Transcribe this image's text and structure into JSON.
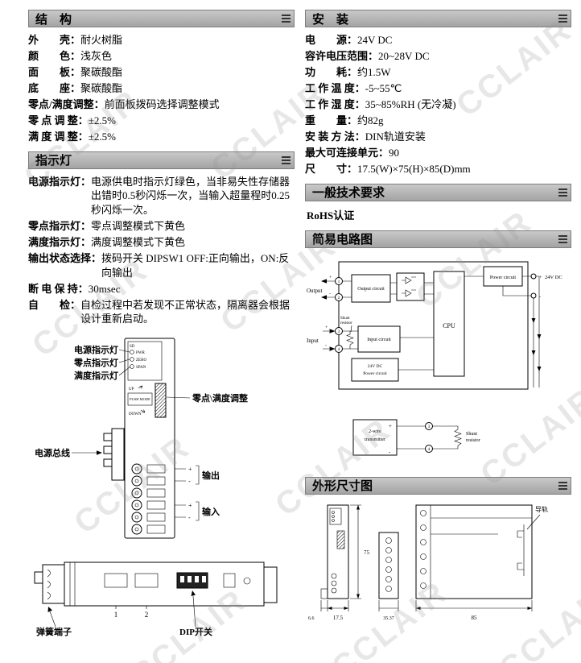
{
  "watermark": {
    "text": "CCLAIR"
  },
  "sym": {
    "plus": "+",
    "minus": "-"
  },
  "left": {
    "structure": {
      "title": "结　构",
      "items": [
        {
          "label": "外　　壳：",
          "value": "耐火树脂"
        },
        {
          "label": "颜　　色：",
          "value": "浅灰色"
        },
        {
          "label": "面　　板：",
          "value": "聚碳酸酯"
        },
        {
          "label": "底　　座：",
          "value": "聚碳酸酯"
        },
        {
          "label": "零点/满度调整：",
          "value": "前面板拨码选择调整模式"
        },
        {
          "label": "零 点 调 整：",
          "value": "±2.5%"
        },
        {
          "label": "满 度 调 整：",
          "value": "±2.5%"
        }
      ]
    },
    "indicator": {
      "title": "指示灯",
      "items": [
        {
          "label": "电源指示灯：",
          "value": "电源供电时指示灯绿色，当非易失性存储器出错时0.5秒闪烁一次，当输入超量程时0.25秒闪烁一次。"
        },
        {
          "label": "零点指示灯：",
          "value": "零点调整模式下黄色"
        },
        {
          "label": "满度指示灯：",
          "value": "满度调整模式下黄色"
        },
        {
          "label": "输出状态选择：",
          "value": "拨码开关 DIPSW1 OFF:正向输出，ON:反向输出"
        },
        {
          "label": "断 电 保 持：",
          "value": "30msec"
        },
        {
          "label": "自　　检：",
          "value": "自检过程中若发现不正常状态，隔离器会根据设计重新启动。"
        }
      ]
    },
    "front_diagram": {
      "power_led": "电源指示灯",
      "zero_led": "零点指示灯",
      "span_led": "满度指示灯",
      "adjust": "零点\\满度调整",
      "power_bus": "电源总线",
      "output": "输出",
      "input": "输入",
      "sd": "SD",
      "pwr": "PWR",
      "zero": "ZERO",
      "span": "SPAN",
      "up": "UP",
      "push_mode": "PUSH MODE",
      "down": "DOWN"
    },
    "side_diagram": {
      "spring_terminal": "弹簧端子",
      "dip_switch": "DIP开关",
      "slot1": "1",
      "slot2": "2"
    }
  },
  "right": {
    "install": {
      "title": "安　装",
      "items": [
        {
          "label": "电　　源：",
          "value": "24V DC"
        },
        {
          "label": "容许电压范围：",
          "value": "20~28V DC"
        },
        {
          "label": "功　　耗：",
          "value": "约1.5W"
        },
        {
          "label": "工 作 温 度：",
          "value": "-5~55℃"
        },
        {
          "label": "工 作 湿 度：",
          "value": "35~85%RH (无冷凝)"
        },
        {
          "label": "重　　量：",
          "value": "约82g"
        },
        {
          "label": "安 装 方 法：",
          "value": "DIN轨道安装"
        },
        {
          "label": "最大可连接单元：",
          "value": "90"
        },
        {
          "label": "尺　　寸：",
          "value": "17.5(W)×75(H)×85(D)mm"
        }
      ]
    },
    "general": {
      "title": "一般技术要求",
      "rohs": "RoHS认证"
    },
    "circuit": {
      "title": "简易电路图",
      "output": "Output",
      "input": "Input",
      "output_circuit": "Output circuit",
      "input_circuit": "Input circuit",
      "dc24": "24V DC",
      "power_circuit": "Power circuit",
      "cpu": "CPU",
      "shunt1": "Shunt",
      "shunt2": "resistor",
      "tx1": "2-wire",
      "tx2": "transmitter",
      "t1": "1",
      "t2": "2",
      "t3": "3",
      "t4": "4"
    },
    "dimension": {
      "title": "外形尺寸图",
      "width": "17.5",
      "height": "75",
      "depth": "85",
      "d_small": "6.6",
      "d_mid": "35.37",
      "rail": "导轨"
    }
  }
}
